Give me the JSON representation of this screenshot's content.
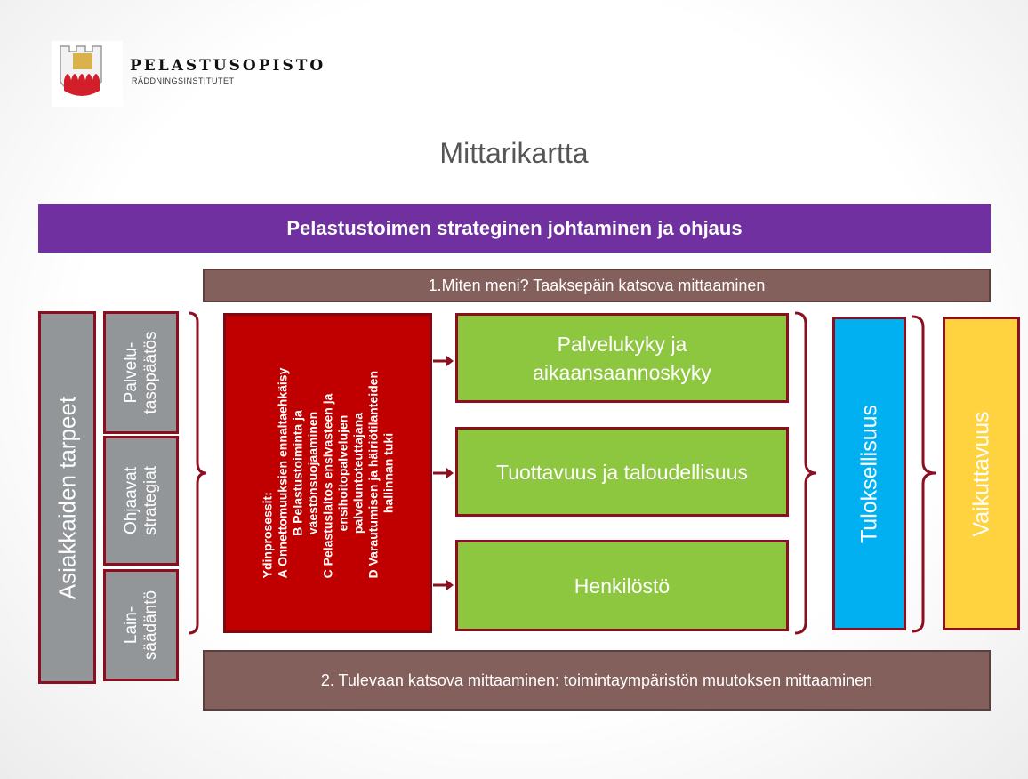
{
  "logo": {
    "name": "Pelastusopisto",
    "subtitle": "Räddningsinstitutet"
  },
  "title": "Mittarikartta",
  "banner": "Pelastustoimen strateginen johtaminen ja ohjaus",
  "backward_bar": "1.Miten meni? Taaksepäin katsova mittaaminen",
  "forward_bar": "2. Tulevaan katsova mittaaminen: toimintaympäristön muutoksen mittaaminen",
  "customer_needs": "Asiakkaiden tarpeet",
  "guidance": {
    "service_level": [
      "Palvelu-",
      "tasopäätös"
    ],
    "strategies": [
      "Ohjaavat",
      "strategiat"
    ],
    "legislation": [
      "Lain-",
      "säädäntö"
    ]
  },
  "core_processes": {
    "heading": "Ydinprosessit:",
    "lines": [
      "A Onnettomuuksien ennaltaehkäisy",
      "B Pelastustoiminta ja",
      "väestönsuojaaminen",
      "C Pelastuslaitos ensivasteen ja",
      "ensihoitopalvelujen",
      "palveluntoteuttajana",
      "D Varautumisen ja häiriötilanteiden",
      "hallinnan tuki"
    ]
  },
  "outputs": {
    "capability": [
      "Palvelukyky ja",
      "aikaansaannoskyky"
    ],
    "productivity": "Tuottavuus ja taloudellisuus",
    "personnel": "Henkilöstö"
  },
  "results": "Tuloksellisuus",
  "impact": "Vaikuttavuus",
  "colors": {
    "purple": "#7030a0",
    "brown": "#84605c",
    "grey": "#939699",
    "red": "#c00000",
    "green": "#8dc63f",
    "blue": "#00b0f0",
    "yellow": "#ffd33f",
    "border": "#8b0f1f"
  }
}
